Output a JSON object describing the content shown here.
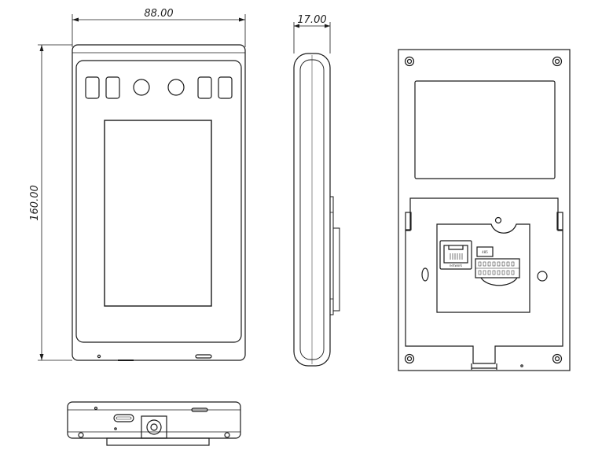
{
  "dimensions": {
    "width": "88.00",
    "height": "160.00",
    "depth": "17.00"
  },
  "ports": {
    "rj45_label": "network",
    "terminal_label": "485"
  },
  "colors": {
    "line": "#1a1a1a",
    "background": "#ffffff"
  }
}
